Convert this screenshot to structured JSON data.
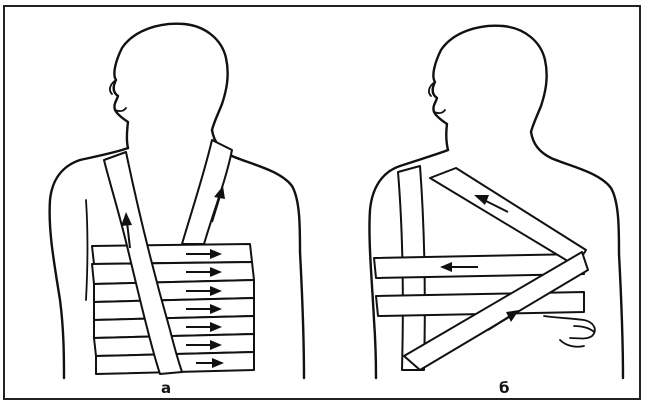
{
  "figure": {
    "panels": [
      {
        "id": "a",
        "caption": "а"
      },
      {
        "id": "b",
        "caption": "б"
      }
    ],
    "colors": {
      "ink": "#111111",
      "background": "#ffffff"
    }
  }
}
